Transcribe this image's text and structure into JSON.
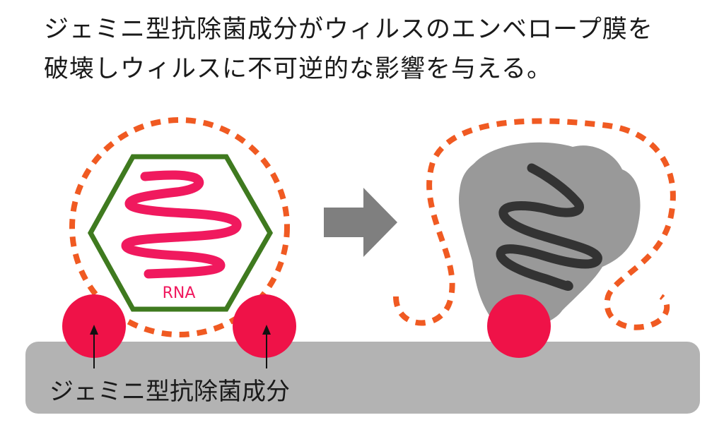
{
  "headline": {
    "line1": "ジェミニ型抗除菌成分がウィルスのエンベロープ膜を",
    "line2": "破壊しウィルスに不可逆的な影響を与える。"
  },
  "virus_label": "RNA",
  "surface_label": "ジェミニ型抗除菌成分",
  "colors": {
    "envelope": "#f05a22",
    "capsid": "#3f7a1f",
    "rna": "#f0195e",
    "component": "#ef1248",
    "surface": "#b3b3b3",
    "arrow": "#7f7f7f",
    "damaged_body": "#999999",
    "damaged_rna": "#333333"
  }
}
